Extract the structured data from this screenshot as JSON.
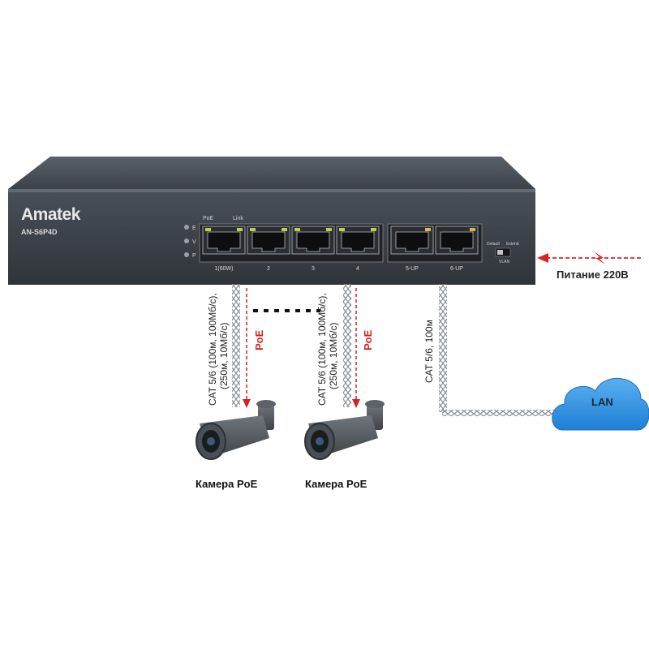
{
  "device": {
    "brand": "Amatek",
    "model": "AN-S6P4D",
    "led_labels": [
      "E",
      "V",
      "P"
    ],
    "led_col_labels": [
      "PoE",
      "Link"
    ],
    "ports": [
      "1(60W)",
      "2",
      "3",
      "4",
      "5-UP",
      "6-UP"
    ],
    "switch_labels": [
      "Default",
      "Extend",
      "VLAN"
    ]
  },
  "power": {
    "label": "Питание 220В"
  },
  "cable_poe": {
    "line1": "CAT 5/6 (100м, 100Мб/с),",
    "line2": "(250м, 10Мб/с)",
    "poe_label": "PoE"
  },
  "cable_uplink": {
    "label": "CAT 5/6, 100м"
  },
  "cameras": [
    {
      "label": "Камера PoE"
    },
    {
      "label": "Камера PoE"
    }
  ],
  "cloud": {
    "label": "LAN"
  },
  "colors": {
    "poe_arrow": "#d42020",
    "power_arrow": "#e02020",
    "cloud": "#2a8fe0",
    "chassis": "#3a3f46"
  }
}
